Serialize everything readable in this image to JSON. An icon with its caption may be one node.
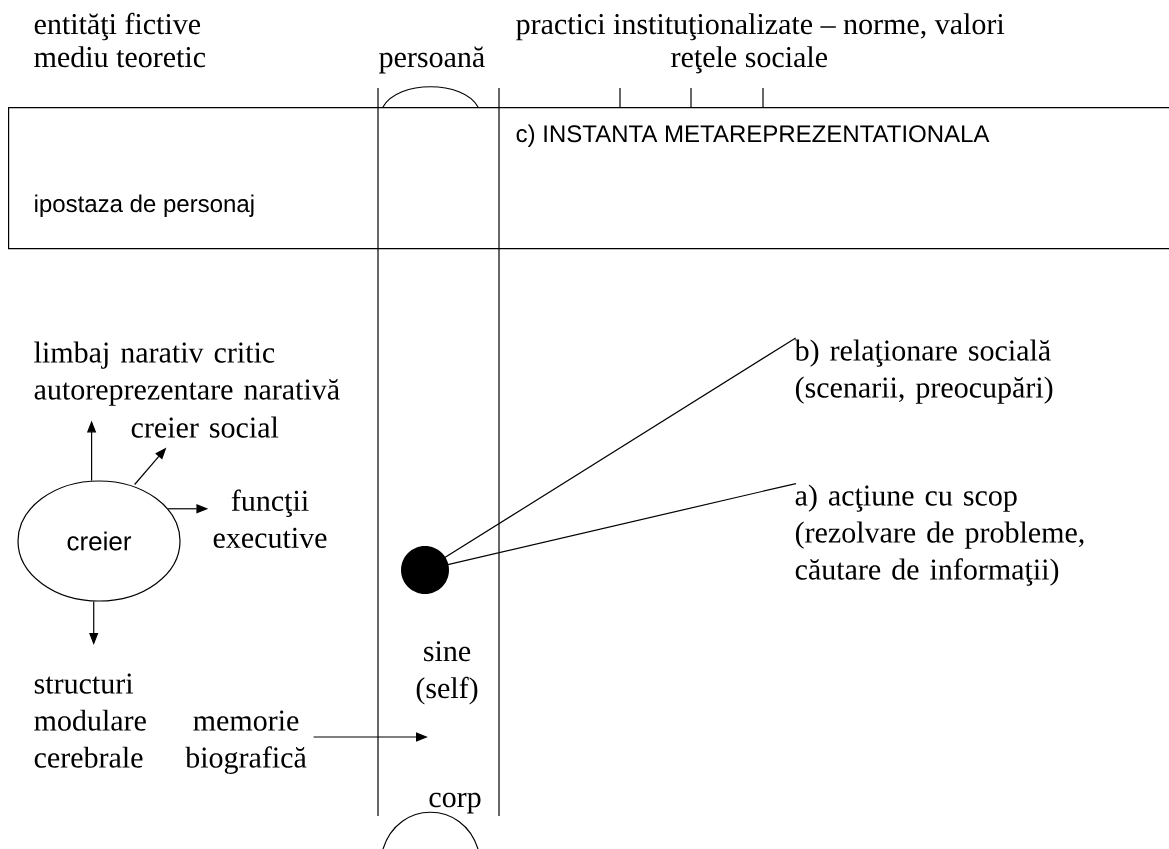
{
  "diagram": {
    "nodes": [
      {
        "text": [
          "c) INSTANTA METAREPREZENTATIONALA",
          "ipostaza de personaj"
        ]
      },
      {
        "text": [
          "creier"
        ]
      },
      {
        "text": [
          "limbaj narativ critic autoreprezentare narativă"
        ]
      },
      {
        "text": [
          "creier social"
        ]
      },
      {
        "text": [
          "funcţii executive"
        ]
      },
      {
        "text": [
          "structuri modulare cerebrale"
        ]
      },
      {
        "text": [
          "memorie biografică"
        ]
      },
      {
        "text": [],
        "shape": "circle"
      },
      {
        "text": [
          "b) relaţionare socială (scenarii, preocupări)"
        ]
      },
      {
        "text": [
          "a) acţiune cu scop (rezolvare de probleme, căutare de informaţii)"
        ]
      }
    ],
    "edges": [
      {
        "from": 1,
        "to": 2,
        "arrow": "to"
      },
      {
        "from": 1,
        "to": 3,
        "arrow": "to"
      },
      {
        "from": 1,
        "to": 4,
        "arrow": "to"
      },
      {
        "from": 1,
        "to": 5,
        "arrow": "to"
      },
      {
        "from": 6,
        "to": null,
        "arrow": "to"
      },
      {
        "from": 7,
        "to": 8,
        "arrow": "none"
      },
      {
        "from": 7,
        "to": 9,
        "arrow": "none"
      }
    ],
    "labels": [
      "entităţi fictive",
      "practici instituţionalizate – norme, valori",
      "mediu teoretic",
      "persoană",
      "reţele sociale",
      "sine (self)",
      "corp"
    ]
  }
}
